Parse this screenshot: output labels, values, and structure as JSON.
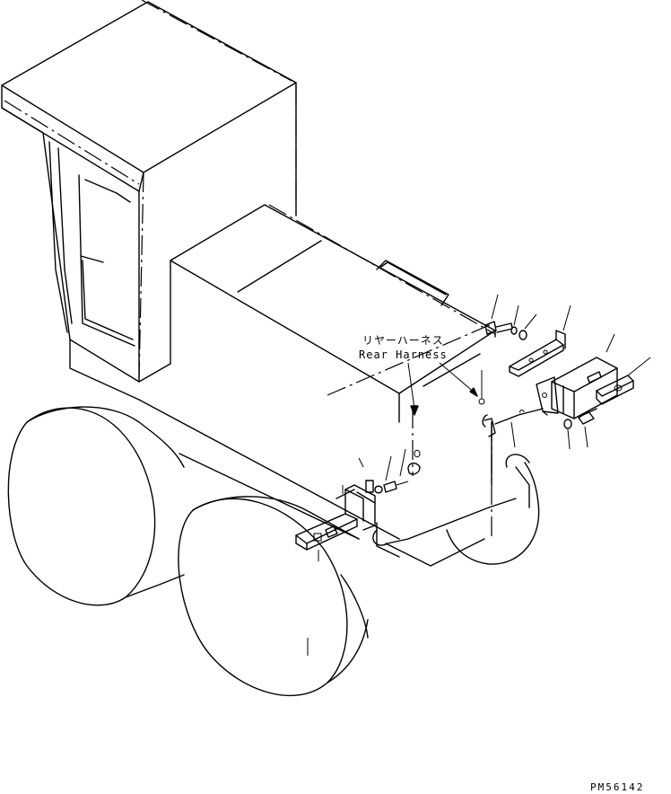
{
  "labels": {
    "harness_jp": "リヤーハーネス",
    "harness_en": "Rear Harness",
    "drawing_code": "PM56142"
  }
}
